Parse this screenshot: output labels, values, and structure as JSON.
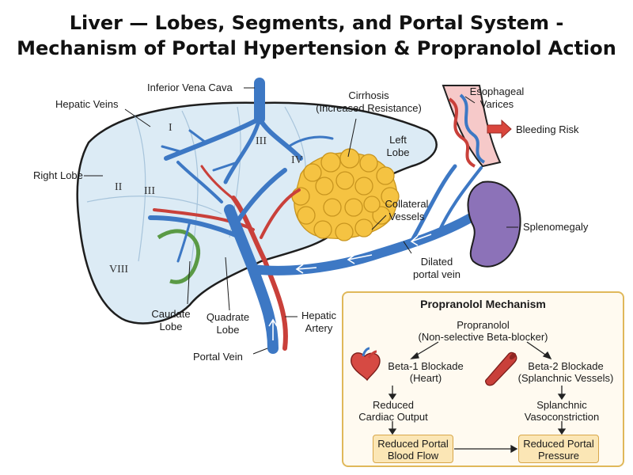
{
  "title": {
    "line1": "Liver — Lobes, Segments, and Portal System -",
    "line2": "Mechanism of Portal Hypertension & Propranolol Action"
  },
  "labels": {
    "ivc": "Inferior Vena Cava",
    "hepatic_veins": "Hepatic Veins",
    "right_lobe": "Right Lobe",
    "cirrhosis_1": "Cirrhosis",
    "cirrhosis_2": "(Increased Resistance)",
    "left_lobe_1": "Left",
    "left_lobe_2": "Lobe",
    "esophageal_1": "Esophageal",
    "esophageal_2": "Varices",
    "bleeding": "Bleeding Risk",
    "collateral_1": "Collateral",
    "collateral_2": "Vessels",
    "splenomegaly": "Splenomegaly",
    "dilated_1": "Dilated",
    "dilated_2": "portal vein",
    "caudate_1": "Caudate",
    "caudate_2": "Lobe",
    "quadrate_1": "Quadrate",
    "quadrate_2": "Lobe",
    "hepatic_artery_1": "Hepatic",
    "hepatic_artery_2": "Artery",
    "portal_vein": "Portal Vein"
  },
  "segments": {
    "s1": "I",
    "s2": "II",
    "s3": "III",
    "s3b": "III",
    "s4": "IV",
    "s8": "VIII"
  },
  "mechanism": {
    "title": "Propranolol Mechanism",
    "drug_1": "Propranolol",
    "drug_2": "(Non-selective Beta-blocker)",
    "beta1_1": "Beta-1 Blockade",
    "beta1_2": "(Heart)",
    "beta2_1": "Beta-2 Blockade",
    "beta2_2": "(Splanchnic Vessels)",
    "reduced_co_1": "Reduced",
    "reduced_co_2": "Cardiac Output",
    "splanchnic_1": "Splanchnic",
    "splanchnic_2": "Vasoconstriction",
    "result_flow_1": "Reduced Portal",
    "result_flow_2": "Blood Flow",
    "result_pressure_1": "Reduced Portal",
    "result_pressure_2": "Pressure"
  },
  "colors": {
    "liver_fill": "#dcebf5",
    "vein_blue": "#3d78c4",
    "artery_red": "#c9403a",
    "bile_green": "#5a9a45",
    "cirrhosis_yellow": "#f5c342",
    "spleen_purple": "#8c72b8",
    "box_border": "#e0b85a",
    "result_fill": "#fbe6b5"
  },
  "icons": [
    "heart-icon",
    "blood-vessel-icon",
    "arrow-right-icon"
  ]
}
